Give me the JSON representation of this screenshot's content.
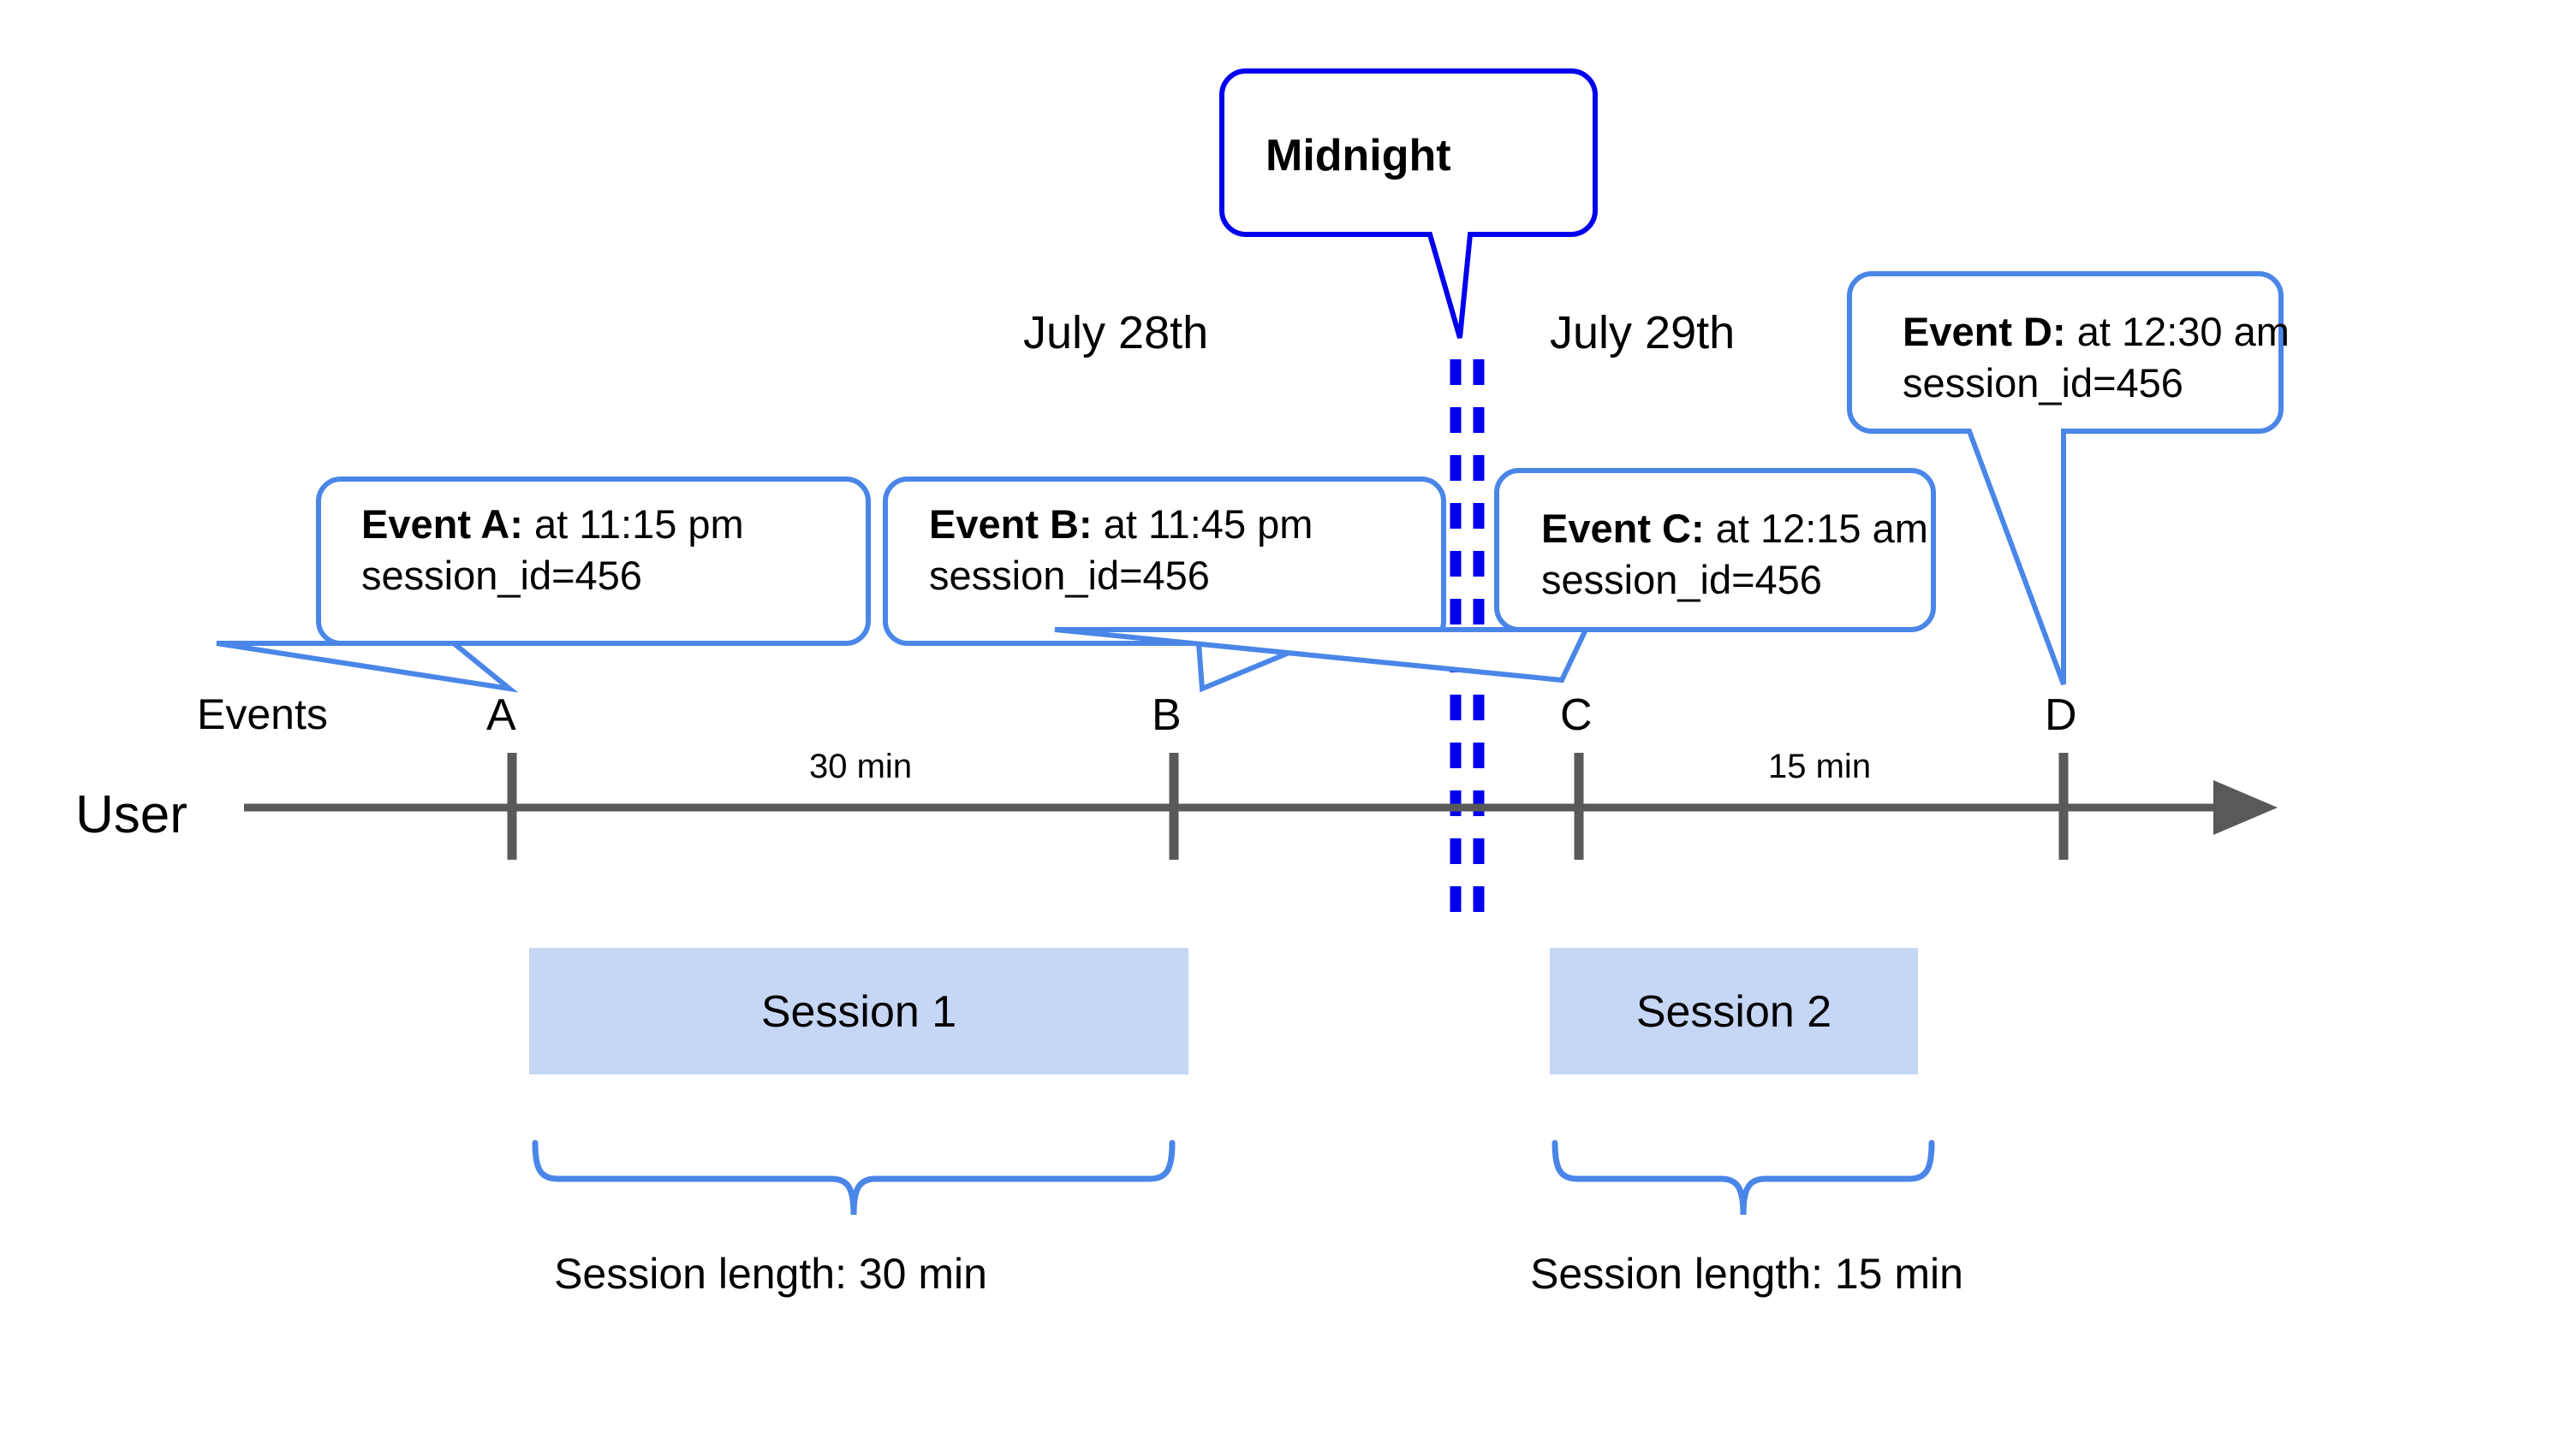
{
  "diagram": {
    "title_callout": {
      "label": "Midnight"
    },
    "date_labels": [
      {
        "name": "july-28",
        "label": "July 28th"
      },
      {
        "name": "july-29",
        "label": "July 29th"
      }
    ],
    "axis": {
      "row_label": "User",
      "events_label": "Events",
      "tick_labels": [
        "A",
        "B",
        "C",
        "D"
      ],
      "gap_labels": [
        "30 min",
        "15 min"
      ],
      "line_color": "#595959",
      "arrow_direction": "right"
    },
    "event_callouts": [
      {
        "name": "event-a",
        "title": "Event A:",
        "time": " at 11:15 pm",
        "detail": "session_id=456"
      },
      {
        "name": "event-b",
        "title": "Event B:",
        "time": " at 11:45 pm",
        "detail": "session_id=456"
      },
      {
        "name": "event-c",
        "title": "Event C:",
        "time": " at 12:15 am",
        "detail": "session_id=456"
      },
      {
        "name": "event-d",
        "title": "Event D:",
        "time": " at 12:30 am",
        "detail": "session_id=456"
      }
    ],
    "sessions": [
      {
        "name": "session-1",
        "label": "Session 1",
        "length_label": "Session length: 30 min"
      },
      {
        "name": "session-2",
        "label": "Session 2",
        "length_label": "Session length: 15 min"
      }
    ],
    "colors": {
      "midnight_line": "#0000EE",
      "callout_border": "#4A86E8",
      "session_fill": "#C6D6F5",
      "axis": "#595959",
      "text": "#000000"
    }
  }
}
